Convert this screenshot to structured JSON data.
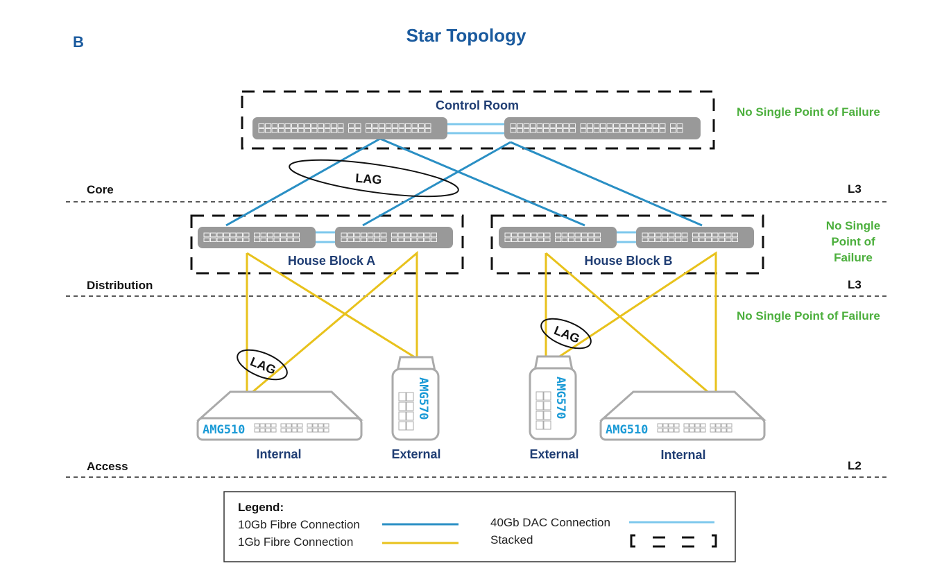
{
  "panel_label": "B",
  "title": "Star Topology",
  "colors": {
    "fibre_10gb": "#2a8fc4",
    "fibre_1gb": "#e8c21c",
    "dac_40gb": "#7ec8ec",
    "switch_body": "#999999",
    "title": "#1a5a9e",
    "note": "#4caf3d",
    "group_label": "#1f3d73",
    "model_text": "#1a9ad6"
  },
  "tiers": [
    {
      "name": "Core",
      "layer": "L3"
    },
    {
      "name": "Distribution",
      "layer": "L3"
    },
    {
      "name": "Access",
      "layer": "L2"
    }
  ],
  "notes": [
    "No Single Point of Failure",
    "No Single Point of Failure",
    "No Single Point of Failure"
  ],
  "note_multiline": [
    "No Single",
    "Point of",
    "Failure"
  ],
  "groups": {
    "control_room": "Control Room",
    "house_block_a": "House Block A",
    "house_block_b": "House Block B"
  },
  "lag_label": "LAG",
  "access_devices": [
    {
      "model": "AMG510",
      "role": "Internal"
    },
    {
      "model": "AMG570",
      "role": "External"
    },
    {
      "model": "AMG570",
      "role": "External"
    },
    {
      "model": "AMG510",
      "role": "Internal"
    }
  ],
  "legend": {
    "heading": "Legend:",
    "items": [
      {
        "label": "10Gb Fibre Connection",
        "style": "fibre_10gb"
      },
      {
        "label": "1Gb Fibre Connection",
        "style": "fibre_1gb"
      },
      {
        "label": "40Gb DAC Connection",
        "style": "dac_40gb"
      },
      {
        "label": "Stacked",
        "style": "stacked"
      }
    ]
  }
}
